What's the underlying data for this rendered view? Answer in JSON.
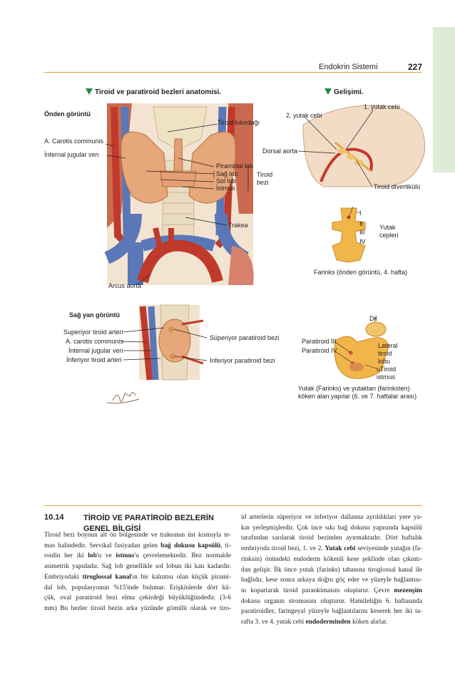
{
  "header": {
    "title": "Endokrin Sistemi",
    "page_number": "227"
  },
  "figure_left_caption": "Tiroid ve paratiroid bezleri anatomisi.",
  "figure_right_caption": "Gelişimi.",
  "front_view": {
    "heading": "Önden görüntü",
    "labels": {
      "thyroid_cartilage": "Tiroid kıkırdağı",
      "carotis": "A. Carotis communis",
      "jugular": "İnternal jugular ven",
      "pyramidal": "Piramidal lob",
      "right_lobe": "Sağ lob",
      "left_lobe": "Sol lob",
      "isthmus": "İstmus",
      "gland_1": "Tiroid",
      "gland_2": "bezi",
      "trachea": "Trakea",
      "arch": "Arcus aorta"
    }
  },
  "side_view": {
    "heading": "Sağ yan görüntü",
    "labels": {
      "sup_artery": "Superiyor tiroid arteri",
      "carotis": "A. carotis communis",
      "jugular": "İnternal jugular ven",
      "inf_artery": "İnferiyor tiroid arteri",
      "sup_parathyroid": "Süperiyor paratiroid bezi",
      "inf_parathyroid": "İnferiyor paratiroid bezi"
    }
  },
  "development": {
    "labels": {
      "pouch1": "1. yutak cebi",
      "pouch2": "2. yutak cebi",
      "dorsal_aorta": "Dorsal aorta",
      "diverticulum": "Tiroid divertikülü",
      "roman": [
        "I",
        "II",
        "III",
        "IV"
      ],
      "pouches_1": "Yutak",
      "pouches_2": "cepleri",
      "pharynx_caption": "Farinks (önden görüntü, 4. hafta)",
      "tongue": "Dil",
      "parathyroid3": "Paratiroid III",
      "parathyroid4": "Paratiroid IV",
      "lateral_1": "Lateral",
      "lateral_2": "tiroid",
      "lateral_3": "lobu",
      "lateral_4": "uTiroid",
      "lateral_5": "istmus",
      "bottom_caption_1": "Yutak (Farinks) ve yutaktan (farinksten)",
      "bottom_caption_2": "köken alan yapılar (6. ve 7. haftalar arası)"
    }
  },
  "section": {
    "number": "10.14",
    "title_line1": "TİROİD VE PARATİROİD BEZLERİN",
    "title_line2": "GENEL BİLGİSİ",
    "left_lines": [
      "Tiroid bezi boynun alt ön bölgesinde ve trakeanın üst kısmıyla te-",
      "mas halindedir. Servikal fasiyadan gelen |bağ dokusu kapsülü|, ti-",
      "roidin her iki |lob|'u ve |istmus|'u çevrelemektedir. Bez normalde",
      "asimetrik yapıdadır. Sağ lob genellikle sol lobun iki katı kadardır.",
      "Embriyodaki |tiroglossal kanal|'ın bir kalıntısı olan küçük pirami-",
      "dal lob, populasyonun %15'inde bulunur. Erişkinlerde dört kü-",
      "çük, oval paratiroid bezi elma çekirdeği büyüklüğündedir. (3-6",
      "mm) Bu bezler tiroid bezin arka yüzünde gömülü olarak ve tiro-"
    ],
    "right_lines": [
      "id arterlerin süperiyor ve inferiyor dallanna ayrıldıkları yere ya-",
      "kın yerleşmişlerdir. Çok ince sıkı bağ dokusu yapısında kapsülü",
      "tarafından sarılarak tiroid bezinden ayırmaktadır. Dört haftalık",
      "embriyoda tiroid bezi, 1. ve 2. |Yutak cebi| seviyesinde yutağın (fa-",
      "rinksin) önündeki endoderm kökenli kese şeklinde olan çıkıntı-",
      "dan gelişir. İlk önce yutak (farinks) tabanına tiroglossal kanal ile",
      "bağlıdır, kese sonra arkaya doğru göç eder ve yüzeyle bağlantısı-",
      "nı kopartarak tiroid parankimasını oluşturur. Çevre |mezenşim|",
      "dokusu organın stromasını oluşturur. Hamileliğin 6. haftasında",
      "paratiroidler, faringeyal yüzeyle bağlantılarını keserek her iki ta-",
      "rafta 3. ve 4. yutak cebi |endoderminden| köken alırlar."
    ]
  },
  "signature": "F. Netter"
}
